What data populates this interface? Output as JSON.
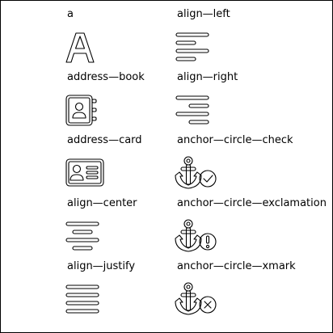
{
  "left_column": [
    {
      "name": "a",
      "icon": "letter-a-outline-icon"
    },
    {
      "name": "address—book",
      "icon": "address-book-outline-icon"
    },
    {
      "name": "address—card",
      "icon": "address-card-outline-icon"
    },
    {
      "name": "align—center",
      "icon": "align-center-outline-icon"
    },
    {
      "name": "align—justify",
      "icon": "align-justify-outline-icon"
    }
  ],
  "right_column": [
    {
      "name": "align—left",
      "icon": "align-left-outline-icon"
    },
    {
      "name": "align—right",
      "icon": "align-right-outline-icon"
    },
    {
      "name": "anchor—circle—check",
      "icon": "anchor-circle-check-outline-icon"
    },
    {
      "name": "anchor—circle—exclamation",
      "icon": "anchor-circle-exclamation-outline-icon"
    },
    {
      "name": "anchor—circle—xmark",
      "icon": "anchor-circle-xmark-outline-icon"
    }
  ],
  "colors": {
    "stroke": "#000000",
    "background": "#ffffff"
  }
}
